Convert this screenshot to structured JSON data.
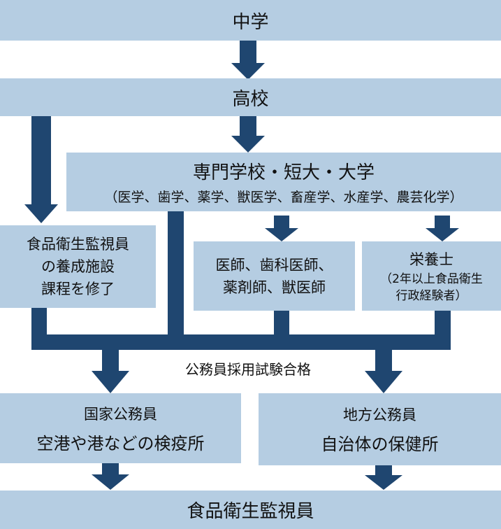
{
  "nodes": {
    "junior_high": "中学",
    "high_school": "高校",
    "college": "専門学校・短大・大学",
    "college_fields": "（医学、歯学、薬学、獣医学、畜産学、水産学、農芸化学）",
    "training": [
      "食品衛生監視員",
      "の養成施設",
      "課程を修了"
    ],
    "medical": [
      "医師、歯科医師、",
      "薬剤師、獣医師"
    ],
    "dietitian": "栄養士",
    "dietitian_note": [
      "（2年以上食品衛生",
      "行政経験者）"
    ],
    "exam": "公務員採用試験合格",
    "national": [
      "国家公務員",
      "空港や港などの検疫所"
    ],
    "local": [
      "地方公務員",
      "自治体の保健所"
    ],
    "final": "食品衛生監視員"
  },
  "colors": {
    "box": "#b5cde2",
    "arrow": "#1f4670"
  }
}
